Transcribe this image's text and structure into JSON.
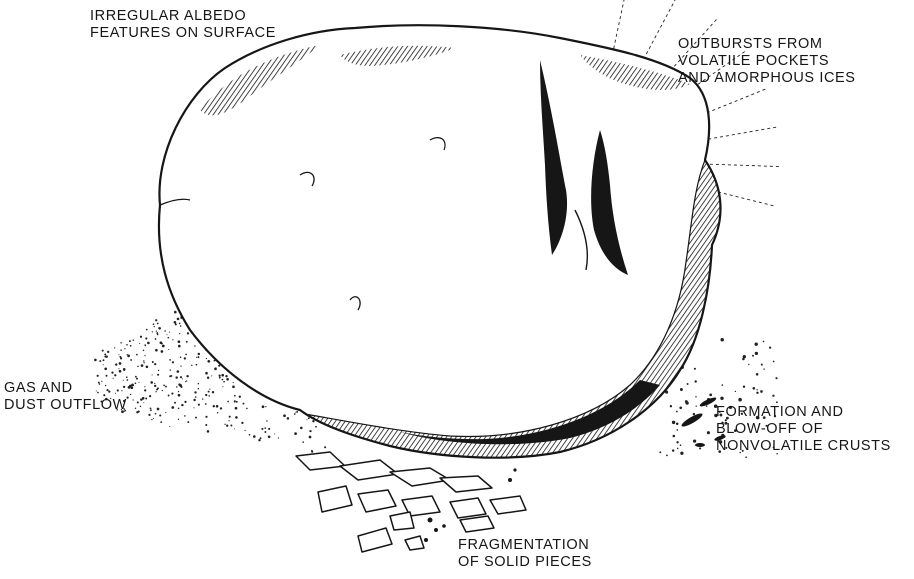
{
  "diagram": {
    "labels": {
      "albedo": [
        "IRREGULAR ALBEDO",
        "FEATURES ON SURFACE"
      ],
      "outbursts": [
        "OUTBURSTS FROM",
        "VOLATILE POCKETS",
        "AND AMORPHOUS ICES"
      ],
      "outflow": [
        "GAS AND",
        "DUST OUTFLOW"
      ],
      "crusts": [
        "FORMATION AND",
        "BLOW-OFF OF",
        "NONVOLATILE CRUSTS"
      ],
      "fragmentation": [
        "FRAGMENTATION",
        "OF SOLID PIECES"
      ]
    }
  },
  "colors": {
    "ink": "#161616",
    "paper": "#ffffff"
  }
}
